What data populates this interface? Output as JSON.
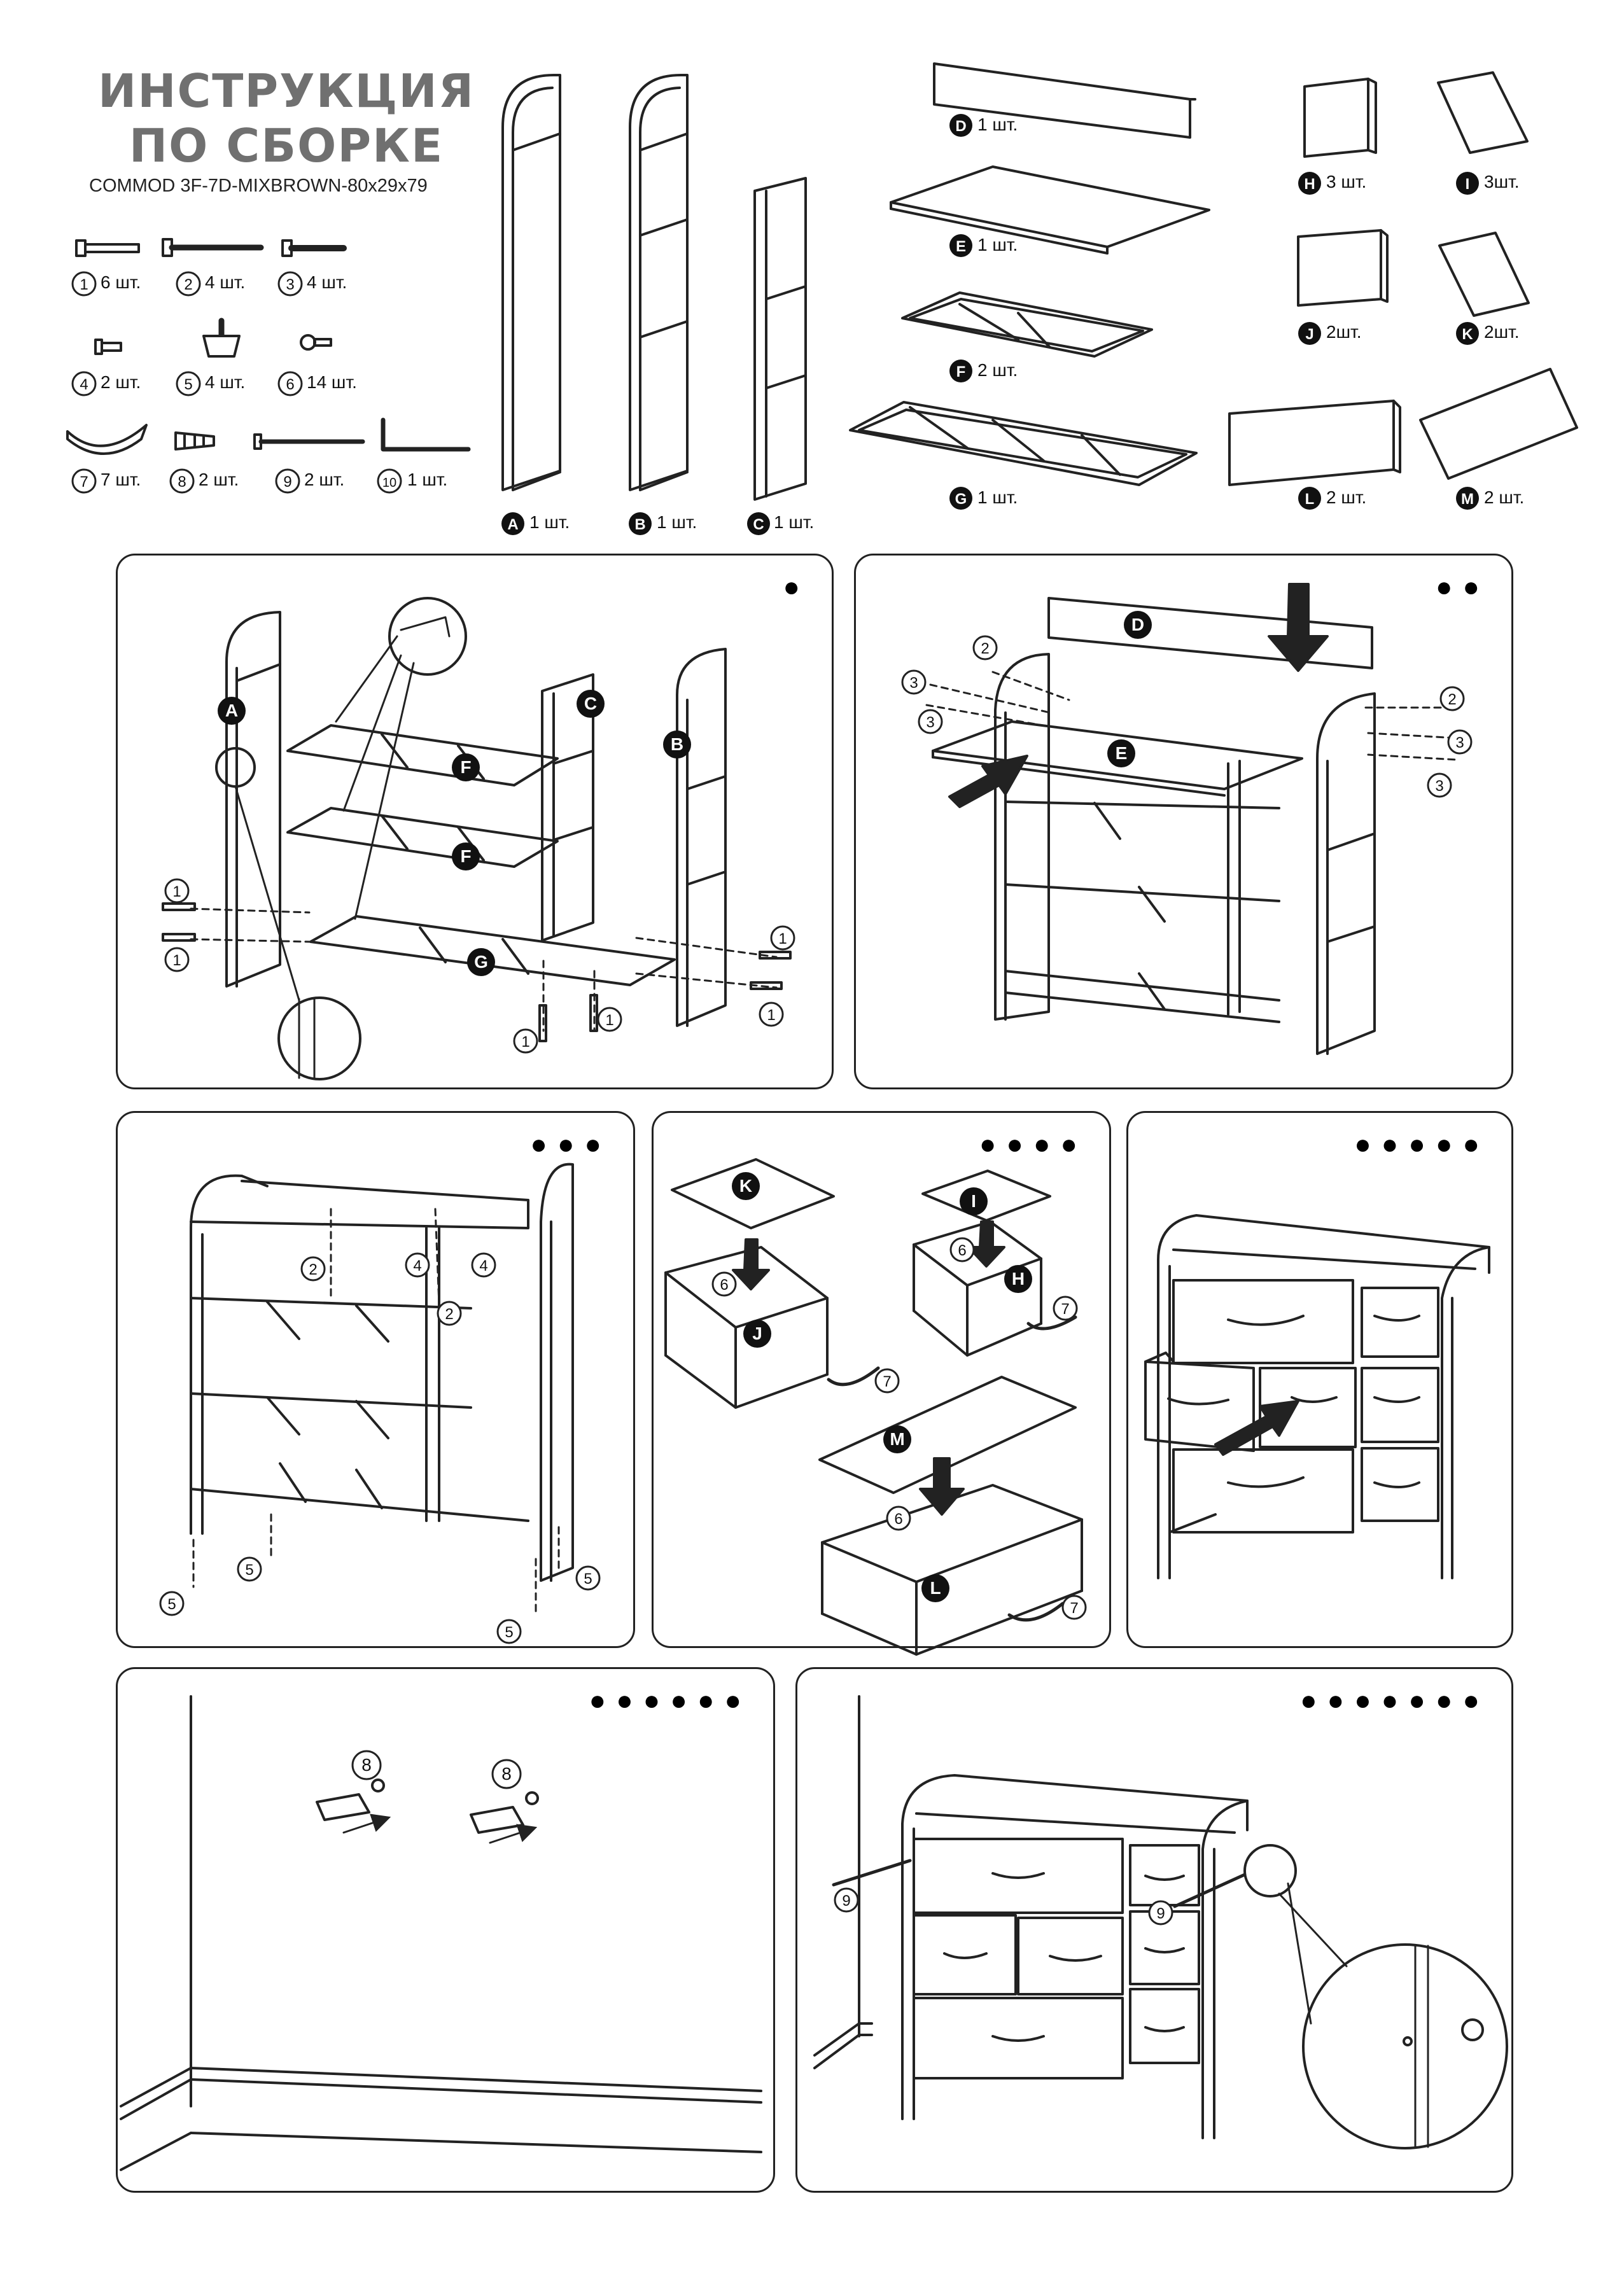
{
  "header": {
    "title_line1": "ИНСТРУКЦИЯ",
    "title_line2": "ПО СБОРКЕ",
    "model": "COMMOD 3F-7D-MIXBROWN-80x29x79"
  },
  "hardware": [
    {
      "id": "1",
      "qty": "6 шт."
    },
    {
      "id": "2",
      "qty": "4 шт."
    },
    {
      "id": "3",
      "qty": "4 шт."
    },
    {
      "id": "4",
      "qty": "2 шт."
    },
    {
      "id": "5",
      "qty": "4 шт."
    },
    {
      "id": "6",
      "qty": "14 шт."
    },
    {
      "id": "7",
      "qty": "7 шт."
    },
    {
      "id": "8",
      "qty": "2 шт."
    },
    {
      "id": "9",
      "qty": "2 шт."
    },
    {
      "id": "10",
      "qty": "1 шт."
    }
  ],
  "parts": [
    {
      "id": "A",
      "qty": "1 шт."
    },
    {
      "id": "B",
      "qty": "1 шт."
    },
    {
      "id": "C",
      "qty": "1 шт."
    },
    {
      "id": "D",
      "qty": "1 шт."
    },
    {
      "id": "E",
      "qty": "1 шт."
    },
    {
      "id": "F",
      "qty": "2 шт."
    },
    {
      "id": "G",
      "qty": "1 шт."
    },
    {
      "id": "H",
      "qty": "3 шт."
    },
    {
      "id": "I",
      "qty": "3шт."
    },
    {
      "id": "J",
      "qty": "2шт."
    },
    {
      "id": "K",
      "qty": "2шт."
    },
    {
      "id": "L",
      "qty": "2 шт."
    },
    {
      "id": "M",
      "qty": "2 шт."
    }
  ],
  "steps": [
    {
      "step": 1,
      "dots": "●",
      "labels": [
        "A",
        "B",
        "C",
        "F",
        "F",
        "G",
        "1",
        "1",
        "1",
        "1",
        "1",
        "1"
      ]
    },
    {
      "step": 2,
      "dots": "●●",
      "labels": [
        "D",
        "E",
        "2",
        "3",
        "3",
        "2",
        "3",
        "3"
      ]
    },
    {
      "step": 3,
      "dots": "●●●",
      "labels": [
        "2",
        "2",
        "4",
        "4",
        "5",
        "5",
        "5",
        "5"
      ]
    },
    {
      "step": 4,
      "dots": "●●●●",
      "labels": [
        "K",
        "J",
        "6",
        "7",
        "I",
        "H",
        "6",
        "7",
        "M",
        "L",
        "6",
        "7"
      ]
    },
    {
      "step": 5,
      "dots": "●●●●●",
      "labels": []
    },
    {
      "step": 6,
      "dots": "●●●●●●",
      "labels": [
        "8",
        "8"
      ]
    },
    {
      "step": 7,
      "dots": "●●●●●●●",
      "labels": [
        "9",
        "9"
      ]
    }
  ]
}
